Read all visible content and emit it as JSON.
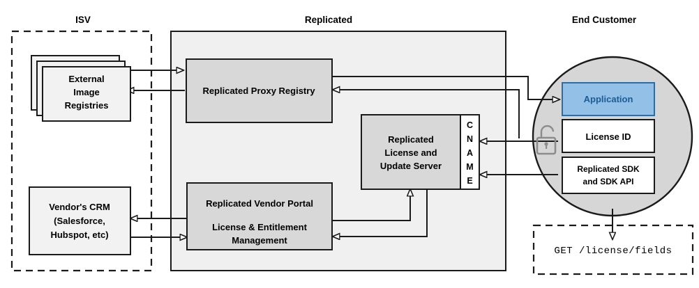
{
  "diagram": {
    "title_zones": [
      {
        "name": "isv",
        "label": "ISV"
      },
      {
        "name": "replicated",
        "label": "Replicated"
      },
      {
        "name": "end_customer",
        "label": "End Customer"
      }
    ],
    "colors": {
      "zone_fill": "#f0f0f0",
      "node_fill": "#d8d8d8",
      "stack_fill": "#f2f2f2",
      "white_fill": "#ffffff",
      "circle_fill": "#d6d6d6",
      "app_fill": "#93c0e6",
      "app_border": "#2d6da4",
      "app_text": "#1b5c94",
      "stroke": "#1a1a1a",
      "lock": "#8c8c8c"
    },
    "nodes": {
      "external_registries": {
        "lines": [
          "External",
          "Image",
          "Registries"
        ]
      },
      "vendor_crm": {
        "lines": [
          "Vendor's CRM",
          "(Salesforce,",
          "Hubspot, etc)"
        ]
      },
      "proxy_registry": {
        "lines": [
          "Replicated Proxy Registry"
        ]
      },
      "license_server": {
        "lines": [
          "Replicated",
          "License and",
          "Update Server"
        ]
      },
      "cname": {
        "label": "CNAME",
        "letters": [
          "C",
          "N",
          "A",
          "M",
          "E"
        ]
      },
      "vendor_portal": {
        "lines": [
          "Replicated Vendor Portal",
          "License & Entitlement",
          "Management"
        ]
      },
      "application": {
        "label": "Application"
      },
      "license_id": {
        "label": "License ID"
      },
      "sdk": {
        "lines": [
          "Replicated SDK",
          "and SDK API"
        ]
      },
      "api_call": {
        "label": "GET /license/fields"
      },
      "padlock": {
        "icon": "unlocked-padlock-icon"
      }
    }
  }
}
